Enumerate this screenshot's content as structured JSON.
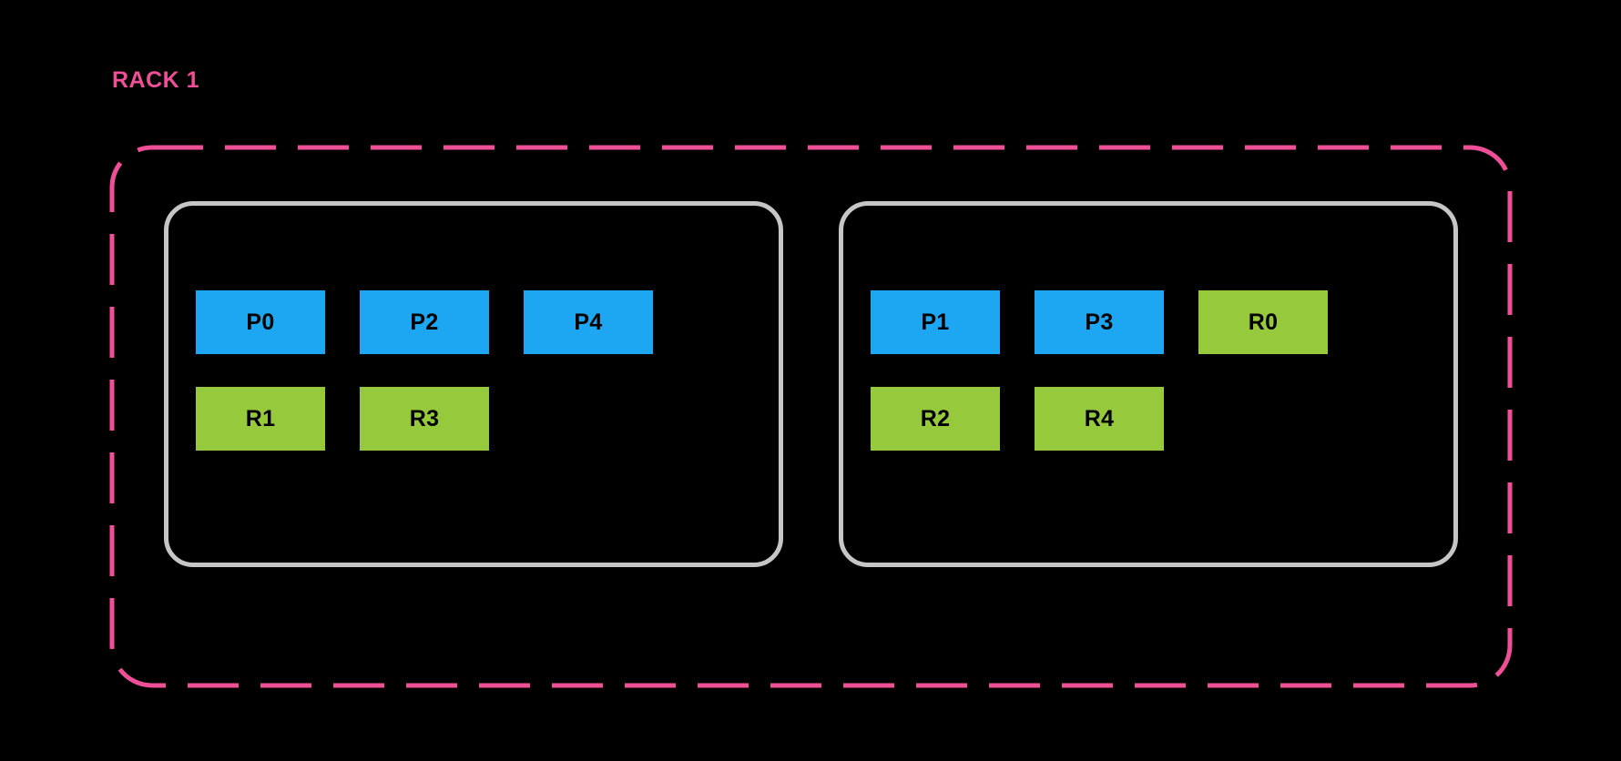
{
  "diagram": {
    "title": "RACK 1",
    "colors": {
      "background": "#000000",
      "rack_border": "#ef4f96",
      "node_border": "#c6c6c6",
      "primary_chip": "#1da7f2",
      "replica_chip": "#97c93d",
      "chip_text": "#000000"
    },
    "nodes": [
      {
        "id": "node-left",
        "rows": [
          {
            "chips": [
              {
                "label": "P0",
                "kind": "primary"
              },
              {
                "label": "P2",
                "kind": "primary"
              },
              {
                "label": "P4",
                "kind": "primary"
              }
            ]
          },
          {
            "chips": [
              {
                "label": "R1",
                "kind": "replica"
              },
              {
                "label": "R3",
                "kind": "replica"
              }
            ]
          }
        ]
      },
      {
        "id": "node-right",
        "rows": [
          {
            "chips": [
              {
                "label": "P1",
                "kind": "primary"
              },
              {
                "label": "P3",
                "kind": "primary"
              },
              {
                "label": "R0",
                "kind": "replica"
              }
            ]
          },
          {
            "chips": [
              {
                "label": "R2",
                "kind": "replica"
              },
              {
                "label": "R4",
                "kind": "replica"
              }
            ]
          }
        ]
      }
    ]
  }
}
